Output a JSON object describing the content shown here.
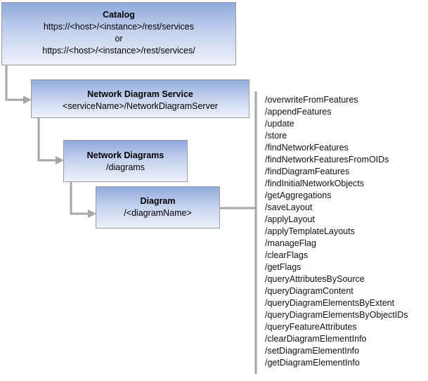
{
  "catalog": {
    "title": "Catalog",
    "line1": "https://<host>/<instance>/rest/services",
    "line2": "or",
    "line3": "https://<host>/<instance>/rest/services/"
  },
  "network_diagram_service": {
    "title": "Network Diagram Service",
    "path": "<serviceName>/NetworkDiagramServer"
  },
  "network_diagrams": {
    "title": "Network Diagrams",
    "path": "/diagrams"
  },
  "diagram": {
    "title": "Diagram",
    "path": "/<diagramName>"
  },
  "operations": [
    "/overwriteFromFeatures",
    "/appendFeatures",
    "/update",
    "/store",
    "/findNetworkFeatures",
    "/findNetworkFeaturesFromOIDs",
    "/findDiagramFeatures",
    "/findInitialNetworkObjects",
    "/getAggregations",
    "/saveLayout",
    "/applyLayout",
    "/applyTemplateLayouts",
    "/manageFlag",
    "/clearFlags",
    "/getFlags",
    "/queryAttributesBySource",
    "/queryDiagramContent",
    "/queryDiagramElementsByExtent",
    "/queryDiagramElementsByObjectIDs",
    "/queryFeatureAttributes",
    "/clearDiagramElementInfo",
    "/setDiagramElementInfo",
    "/getDiagramElementInfo"
  ],
  "colors": {
    "box_gradient_top": "#8faadc",
    "box_gradient_bottom": "#eef2fb",
    "box_border": "#9a9a9a",
    "connector": "#a6a6a6"
  }
}
